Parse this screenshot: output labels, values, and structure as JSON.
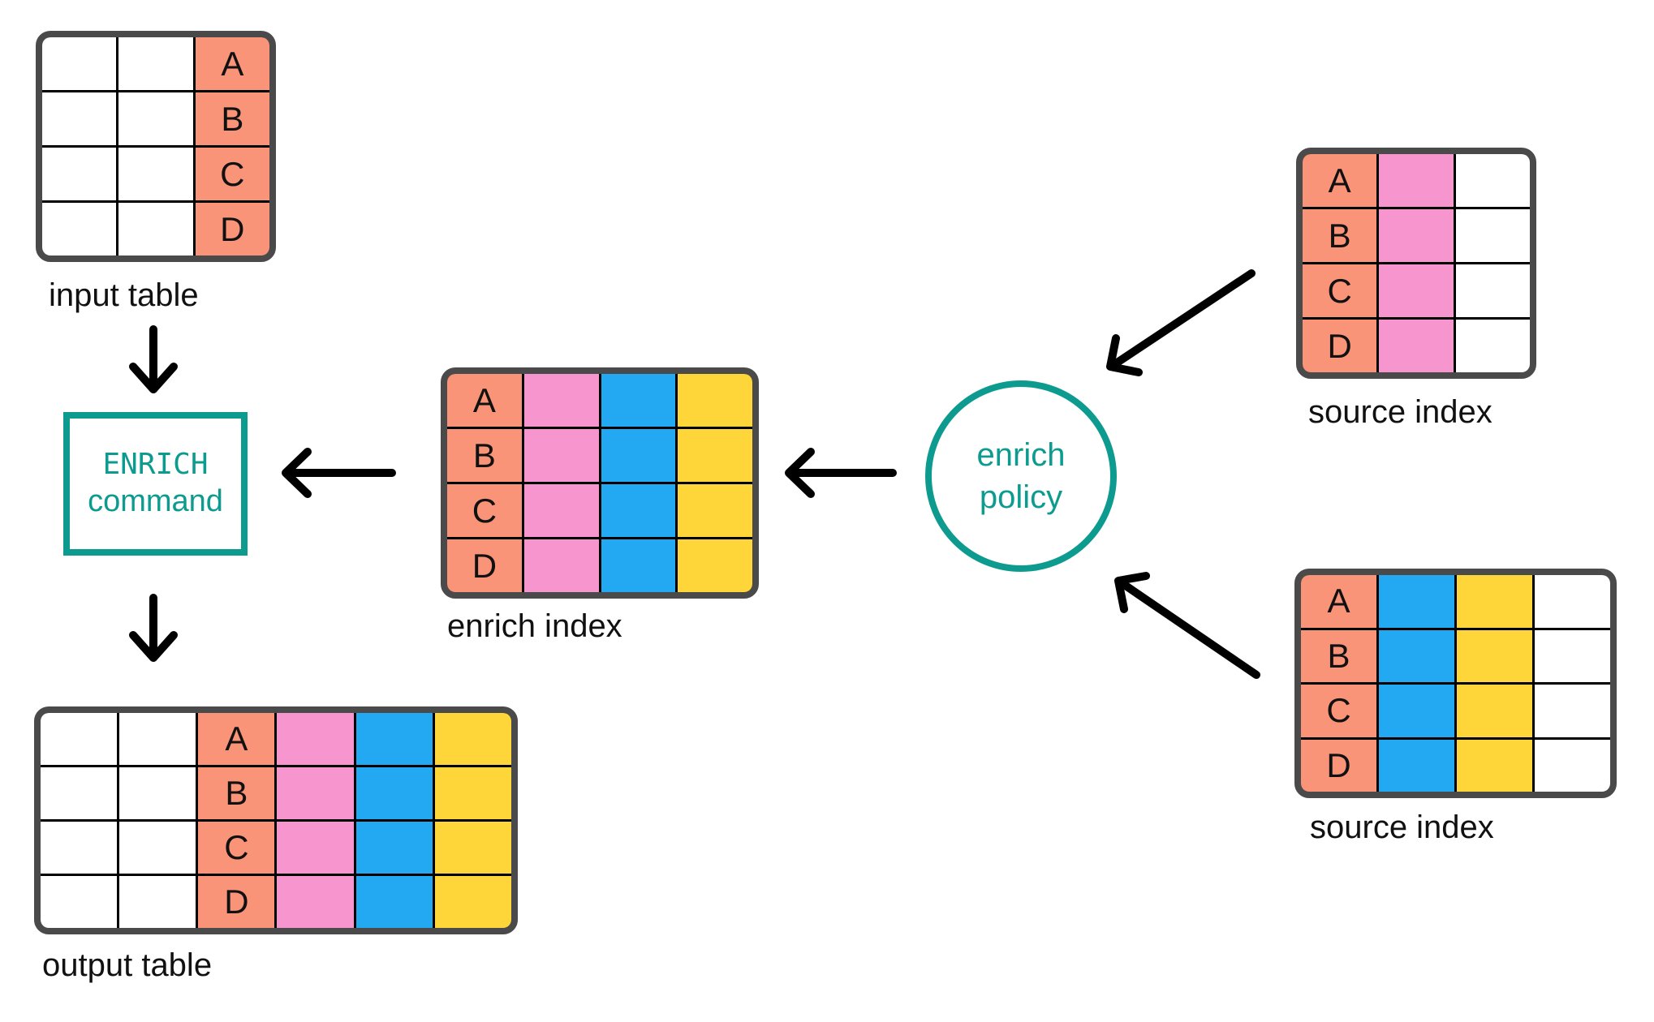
{
  "palette": {
    "white": "#FFFFFF",
    "salmon": "#FA9478",
    "pink": "#F795CF",
    "blue": "#22A9F2",
    "yellow": "#FFD639",
    "teal": "#0D9B8F",
    "table_border": "#4A4A4A",
    "grid_line": "#000000",
    "arrow": "#000000",
    "text": "#111111"
  },
  "row_keys": [
    "A",
    "B",
    "C",
    "D"
  ],
  "tables": [
    {
      "id": "input-table",
      "label": "input table",
      "columns": [
        {
          "color": "white",
          "letters": false
        },
        {
          "color": "white",
          "letters": false
        },
        {
          "color": "salmon",
          "letters": true
        }
      ]
    },
    {
      "id": "enrich-index",
      "label": "enrich index",
      "columns": [
        {
          "color": "salmon",
          "letters": true
        },
        {
          "color": "pink",
          "letters": false
        },
        {
          "color": "blue",
          "letters": false
        },
        {
          "color": "yellow",
          "letters": false
        }
      ]
    },
    {
      "id": "source-index-top",
      "label": "source index",
      "columns": [
        {
          "color": "salmon",
          "letters": true
        },
        {
          "color": "pink",
          "letters": false
        },
        {
          "color": "white",
          "letters": false
        }
      ]
    },
    {
      "id": "source-index-bottom",
      "label": "source index",
      "columns": [
        {
          "color": "salmon",
          "letters": true
        },
        {
          "color": "blue",
          "letters": false
        },
        {
          "color": "yellow",
          "letters": false
        },
        {
          "color": "white",
          "letters": false
        }
      ]
    },
    {
      "id": "output-table",
      "label": "output table",
      "columns": [
        {
          "color": "white",
          "letters": false
        },
        {
          "color": "white",
          "letters": false
        },
        {
          "color": "salmon",
          "letters": true
        },
        {
          "color": "pink",
          "letters": false
        },
        {
          "color": "blue",
          "letters": false
        },
        {
          "color": "yellow",
          "letters": false
        }
      ]
    }
  ],
  "nodes": {
    "enrich_command": {
      "line1": "ENRICH",
      "line2": "command"
    },
    "enrich_policy": {
      "line1": "enrich",
      "line2": "policy"
    }
  },
  "arrows": [
    {
      "from": "input-table",
      "to": "enrich-command"
    },
    {
      "from": "enrich-index",
      "to": "enrich-command"
    },
    {
      "from": "enrich-policy",
      "to": "enrich-index"
    },
    {
      "from": "source-index-top",
      "to": "enrich-policy"
    },
    {
      "from": "source-index-bottom",
      "to": "enrich-policy"
    },
    {
      "from": "enrich-command",
      "to": "output-table"
    }
  ]
}
